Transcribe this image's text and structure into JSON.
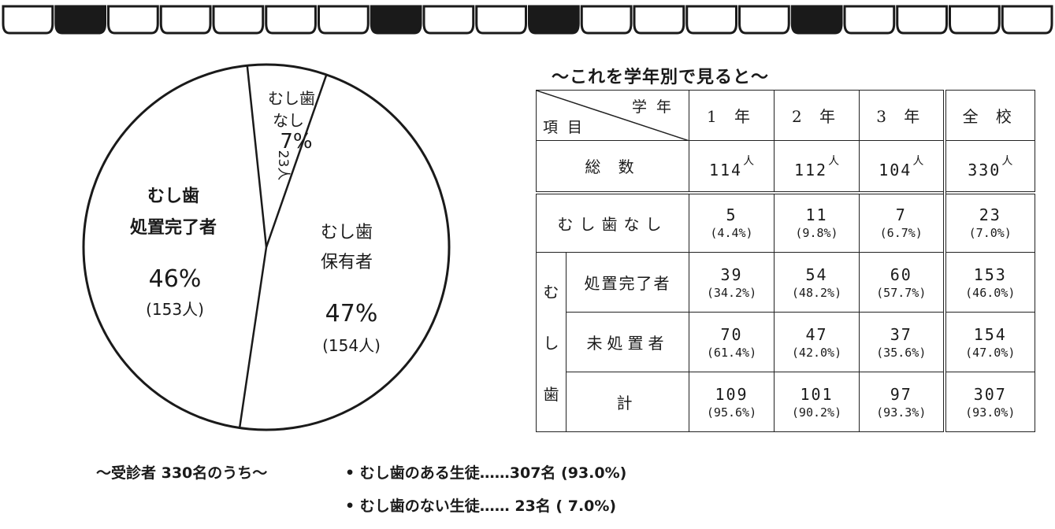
{
  "chart_data": [
    {
      "type": "pie",
      "slices": [
        {
          "name": "むし歯なし",
          "label_lines": [
            "むし歯",
            "なし"
          ],
          "value": 7,
          "pct_label": "7%",
          "count_label": "23人"
        },
        {
          "name": "むし歯保有者",
          "label_lines": [
            "むし歯",
            "保有者"
          ],
          "value": 47,
          "pct_label": "47%",
          "count_label": "(154人)"
        },
        {
          "name": "むし歯処置完了者",
          "label_lines": [
            "むし歯",
            "処置完了者"
          ],
          "value": 46,
          "pct_label": "46%",
          "count_label": "(153人)"
        }
      ]
    },
    {
      "type": "table",
      "title": "～これを学年別で見ると～",
      "header": {
        "corner_top": "学年",
        "corner_bottom": "項目",
        "columns": [
          "1 年",
          "2 年",
          "3 年",
          "全 校"
        ]
      },
      "total_row": {
        "label": "総 数",
        "values": [
          "114",
          "112",
          "104",
          "330"
        ],
        "unit": "人"
      },
      "no_decay_row": {
        "label": "むし歯なし",
        "values": [
          "5",
          "11",
          "7",
          "23"
        ],
        "pcts": [
          "(4.4%)",
          "(9.8%)",
          "(6.7%)",
          "(7.0%)"
        ]
      },
      "decay_group_label": [
        "む",
        "し",
        "歯"
      ],
      "decay_rows": [
        {
          "label": "処置完了者",
          "values": [
            "39",
            "54",
            "60",
            "153"
          ],
          "pcts": [
            "(34.2%)",
            "(48.2%)",
            "(57.7%)",
            "(46.0%)"
          ]
        },
        {
          "label": "未処置者",
          "values": [
            "70",
            "47",
            "37",
            "154"
          ],
          "pcts": [
            "(61.4%)",
            "(42.0%)",
            "(35.6%)",
            "(47.0%)"
          ]
        },
        {
          "label": "計",
          "values": [
            "109",
            "101",
            "97",
            "307"
          ],
          "pcts": [
            "(95.6%)",
            "(90.2%)",
            "(93.3%)",
            "(93.0%)"
          ]
        }
      ]
    }
  ],
  "summary": {
    "lead": "～受診者 330名のうち～",
    "line1": "• むし歯のある生徒……307名 (93.0%)",
    "line2": "• むし歯のない生徒…… 23名 ( 7.0%)"
  },
  "colors": {
    "ink": "#1a1a1a",
    "paper": "#ffffff"
  },
  "teeth_pattern": [
    "light",
    "dark",
    "light",
    "light",
    "light",
    "light",
    "light",
    "dark",
    "light",
    "light",
    "dark",
    "light",
    "light",
    "light",
    "light",
    "dark",
    "light",
    "light",
    "light",
    "light"
  ]
}
